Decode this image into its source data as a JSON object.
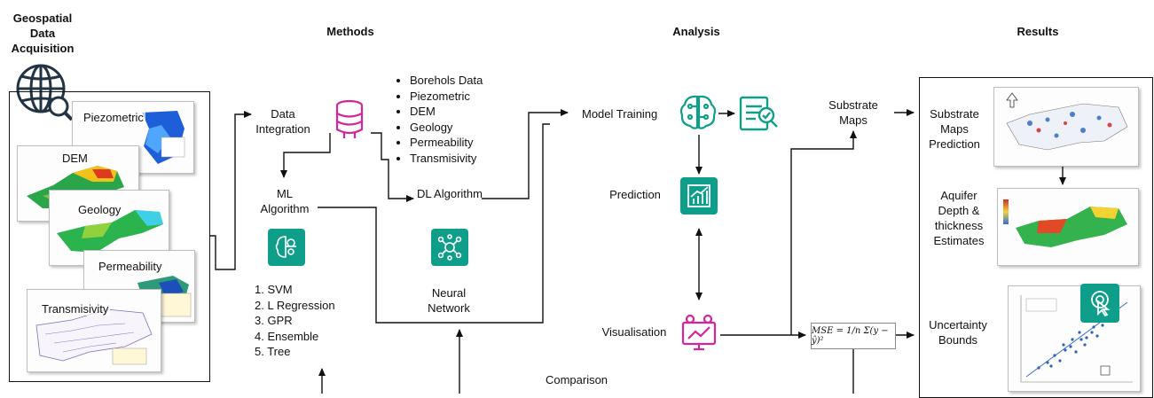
{
  "headers": {
    "acquisition": "Geospatial Data Acquisition",
    "methods": "Methods",
    "analysis": "Analysis",
    "results": "Results"
  },
  "input_cards": [
    "Piezometric",
    "DEM",
    "Geology",
    "Permeability",
    "Transmisivity"
  ],
  "data_integration": "Data Integration",
  "data_list": [
    "Borehols Data",
    "Piezometric",
    "DEM",
    "Geology",
    "Permeability",
    "Transmisivity"
  ],
  "ml_algorithm": "ML Algorithm",
  "dl_algorithm": "DL Algorithm",
  "ml_models": [
    "1. SVM",
    "2. L Regression",
    "3. GPR",
    "4. Ensemble",
    "5. Tree"
  ],
  "neural_network": "Neural Network",
  "model_training": "Model Training",
  "prediction": "Prediction",
  "visualisation": "Visualisation",
  "comparison": "Comparison",
  "substrate_maps": "Substrate Maps",
  "mse_formula": "MSE = 1/n Σ(y − ŷ)²",
  "results_items": [
    "Substrate Maps Prediction",
    "Aquifer Depth & thickness Estimates",
    "Uncertainty Bounds"
  ],
  "colors": {
    "accent_teal": "#0f9e8a",
    "accent_magenta": "#d2269a",
    "line": "#111111"
  },
  "icons": [
    "globe-search-icon",
    "database-icon",
    "brain-circuit-icon",
    "document-search-icon",
    "growth-chart-icon",
    "neural-network-icon",
    "analytics-monitor-icon",
    "touch-ring-icon"
  ]
}
